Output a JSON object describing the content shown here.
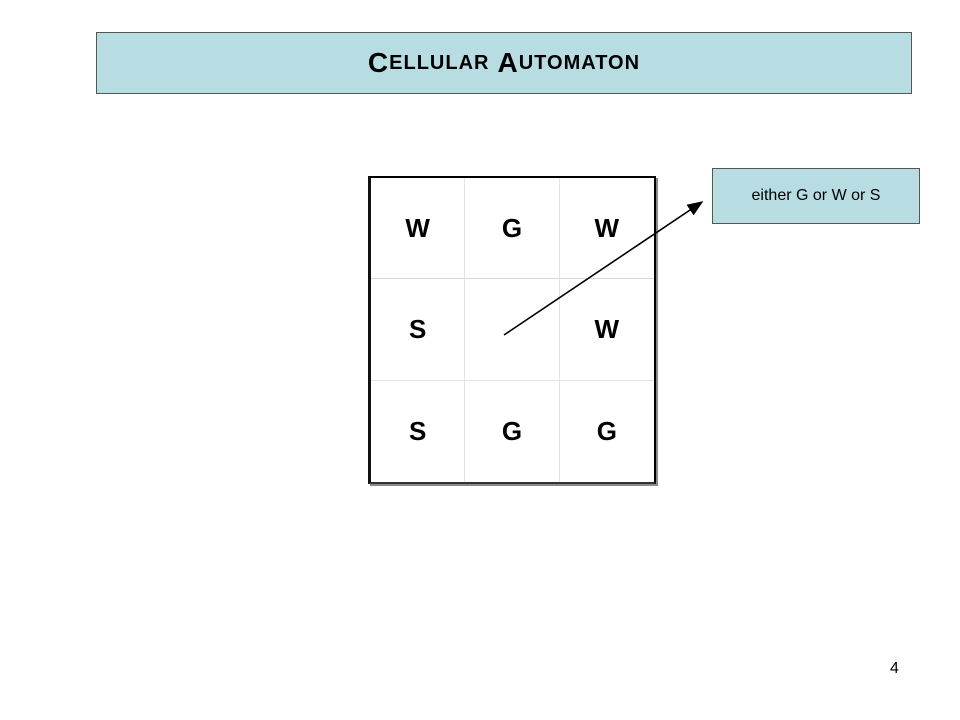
{
  "slide": {
    "title_first_letter_1": "C",
    "title_rest_1": "ELLULAR",
    "title_first_letter_2": "A",
    "title_rest_2": "UTOMATON",
    "page_number": "4"
  },
  "grid": {
    "rows": [
      [
        "W",
        "G",
        "W"
      ],
      [
        "S",
        "",
        "W"
      ],
      [
        "S",
        "G",
        "G"
      ]
    ]
  },
  "callout": {
    "text": "either G or W or S"
  },
  "colors": {
    "box_fill": "#b7dde3",
    "box_border": "#555555"
  }
}
